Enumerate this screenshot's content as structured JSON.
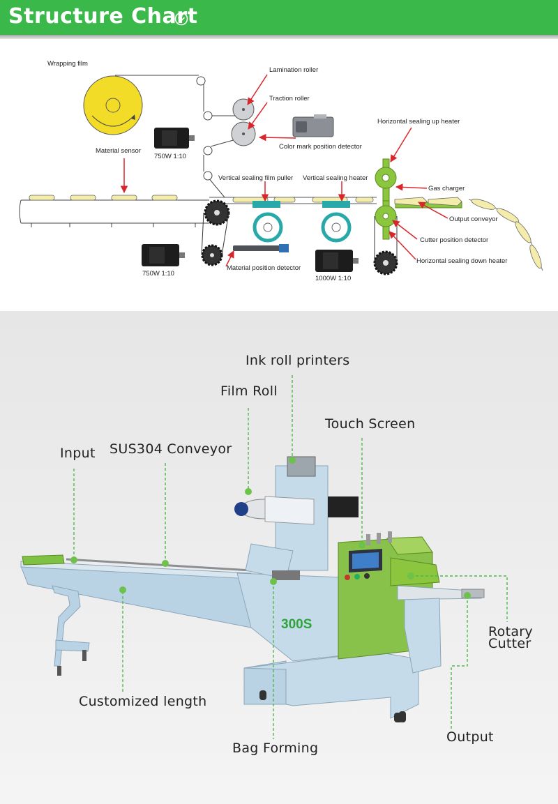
{
  "header": {
    "title": "Structure Chart",
    "accent_color": "#3bb84a",
    "icon": "chevron-down-circle-icon"
  },
  "diagram": {
    "labels": {
      "wrapping_film": "Wrapping film",
      "lamination_roller": "Lamination roller",
      "traction_roller": "Traction roller",
      "color_mark_detector": "Color mark position detector",
      "horizontal_up_heater": "Horizontal sealing up heater",
      "material_sensor": "Material sensor",
      "motor_top": "750W 1:10",
      "vertical_film_puller": "Vertical sealing film puller",
      "vertical_heater": "Vertical sealing heater",
      "gas_charger": "Gas charger",
      "output_conveyor": "Output conveyor",
      "cutter_detector": "Cutter position detector",
      "horizontal_down_heater": "Horizontal sealing down heater",
      "motor_bottom_left": "750W 1:10",
      "material_position_detector": "Material position detector",
      "motor_bottom_right": "1000W 1:10"
    }
  },
  "photo": {
    "model": "300S",
    "callouts": {
      "ink_roll_printers": "Ink roll printers",
      "film_roll": "Film Roll",
      "touch_screen": "Touch Screen",
      "input": "Input",
      "sus304_conveyor": "SUS304 Conveyor",
      "rotary": "Rotary",
      "cutter": "Cutter",
      "customized_length": "Customized length",
      "bag_forming": "Bag Forming",
      "output": "Output"
    }
  }
}
